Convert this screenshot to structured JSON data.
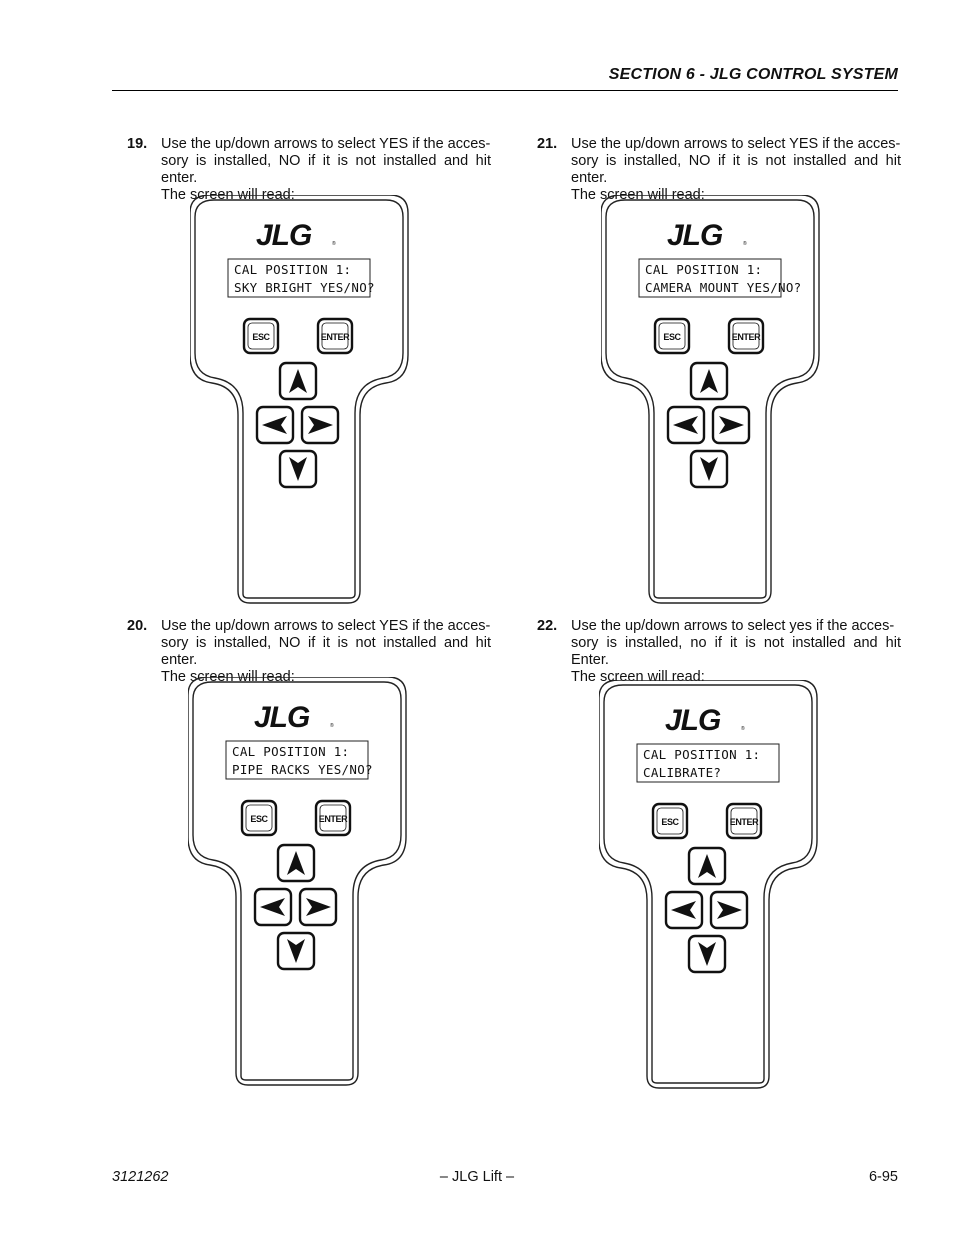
{
  "header": {
    "title": "SECTION 6 - JLG CONTROL SYSTEM"
  },
  "steps": [
    {
      "number": "19.",
      "lines": [
        "Use the up/down arrows to select YES if the acces-",
        "sory is installed, NO if it is not installed and hit enter.",
        "The screen will read:"
      ],
      "screen": {
        "line1": "CAL POSITION 1:",
        "line2": "SKY BRIGHT YES/NO?"
      }
    },
    {
      "number": "20.",
      "lines": [
        "Use the up/down arrows to select YES if the acces-",
        "sory is installed, NO if it is not installed and hit enter.",
        "The screen will read:"
      ],
      "screen": {
        "line1": "CAL POSITION 1:",
        "line2": "PIPE RACKS YES/NO?"
      }
    },
    {
      "number": "21.",
      "lines": [
        "Use the up/down arrows to select YES if the acces-",
        "sory is installed, NO if it is not installed and hit enter.",
        "The screen will read:"
      ],
      "screen": {
        "line1": "CAL POSITION 1:",
        "line2": "CAMERA MOUNT YES/NO?"
      }
    },
    {
      "number": "22.",
      "lines": [
        "Use the up/down arrows to select yes if the acces-",
        "sory is installed, no if it is not installed and hit Enter.",
        "The screen will read:"
      ],
      "screen": {
        "line1": "CAL POSITION 1:",
        "line2": "CALIBRATE?"
      }
    }
  ],
  "device": {
    "logo": "JLG",
    "esc_label": "ESC",
    "enter_label": "ENTER",
    "icons": [
      "up-arrow-icon",
      "left-arrow-icon",
      "right-arrow-icon",
      "down-arrow-icon"
    ]
  },
  "footer": {
    "doc_number": "3121262",
    "center": "– JLG Lift –",
    "page": "6-95"
  }
}
